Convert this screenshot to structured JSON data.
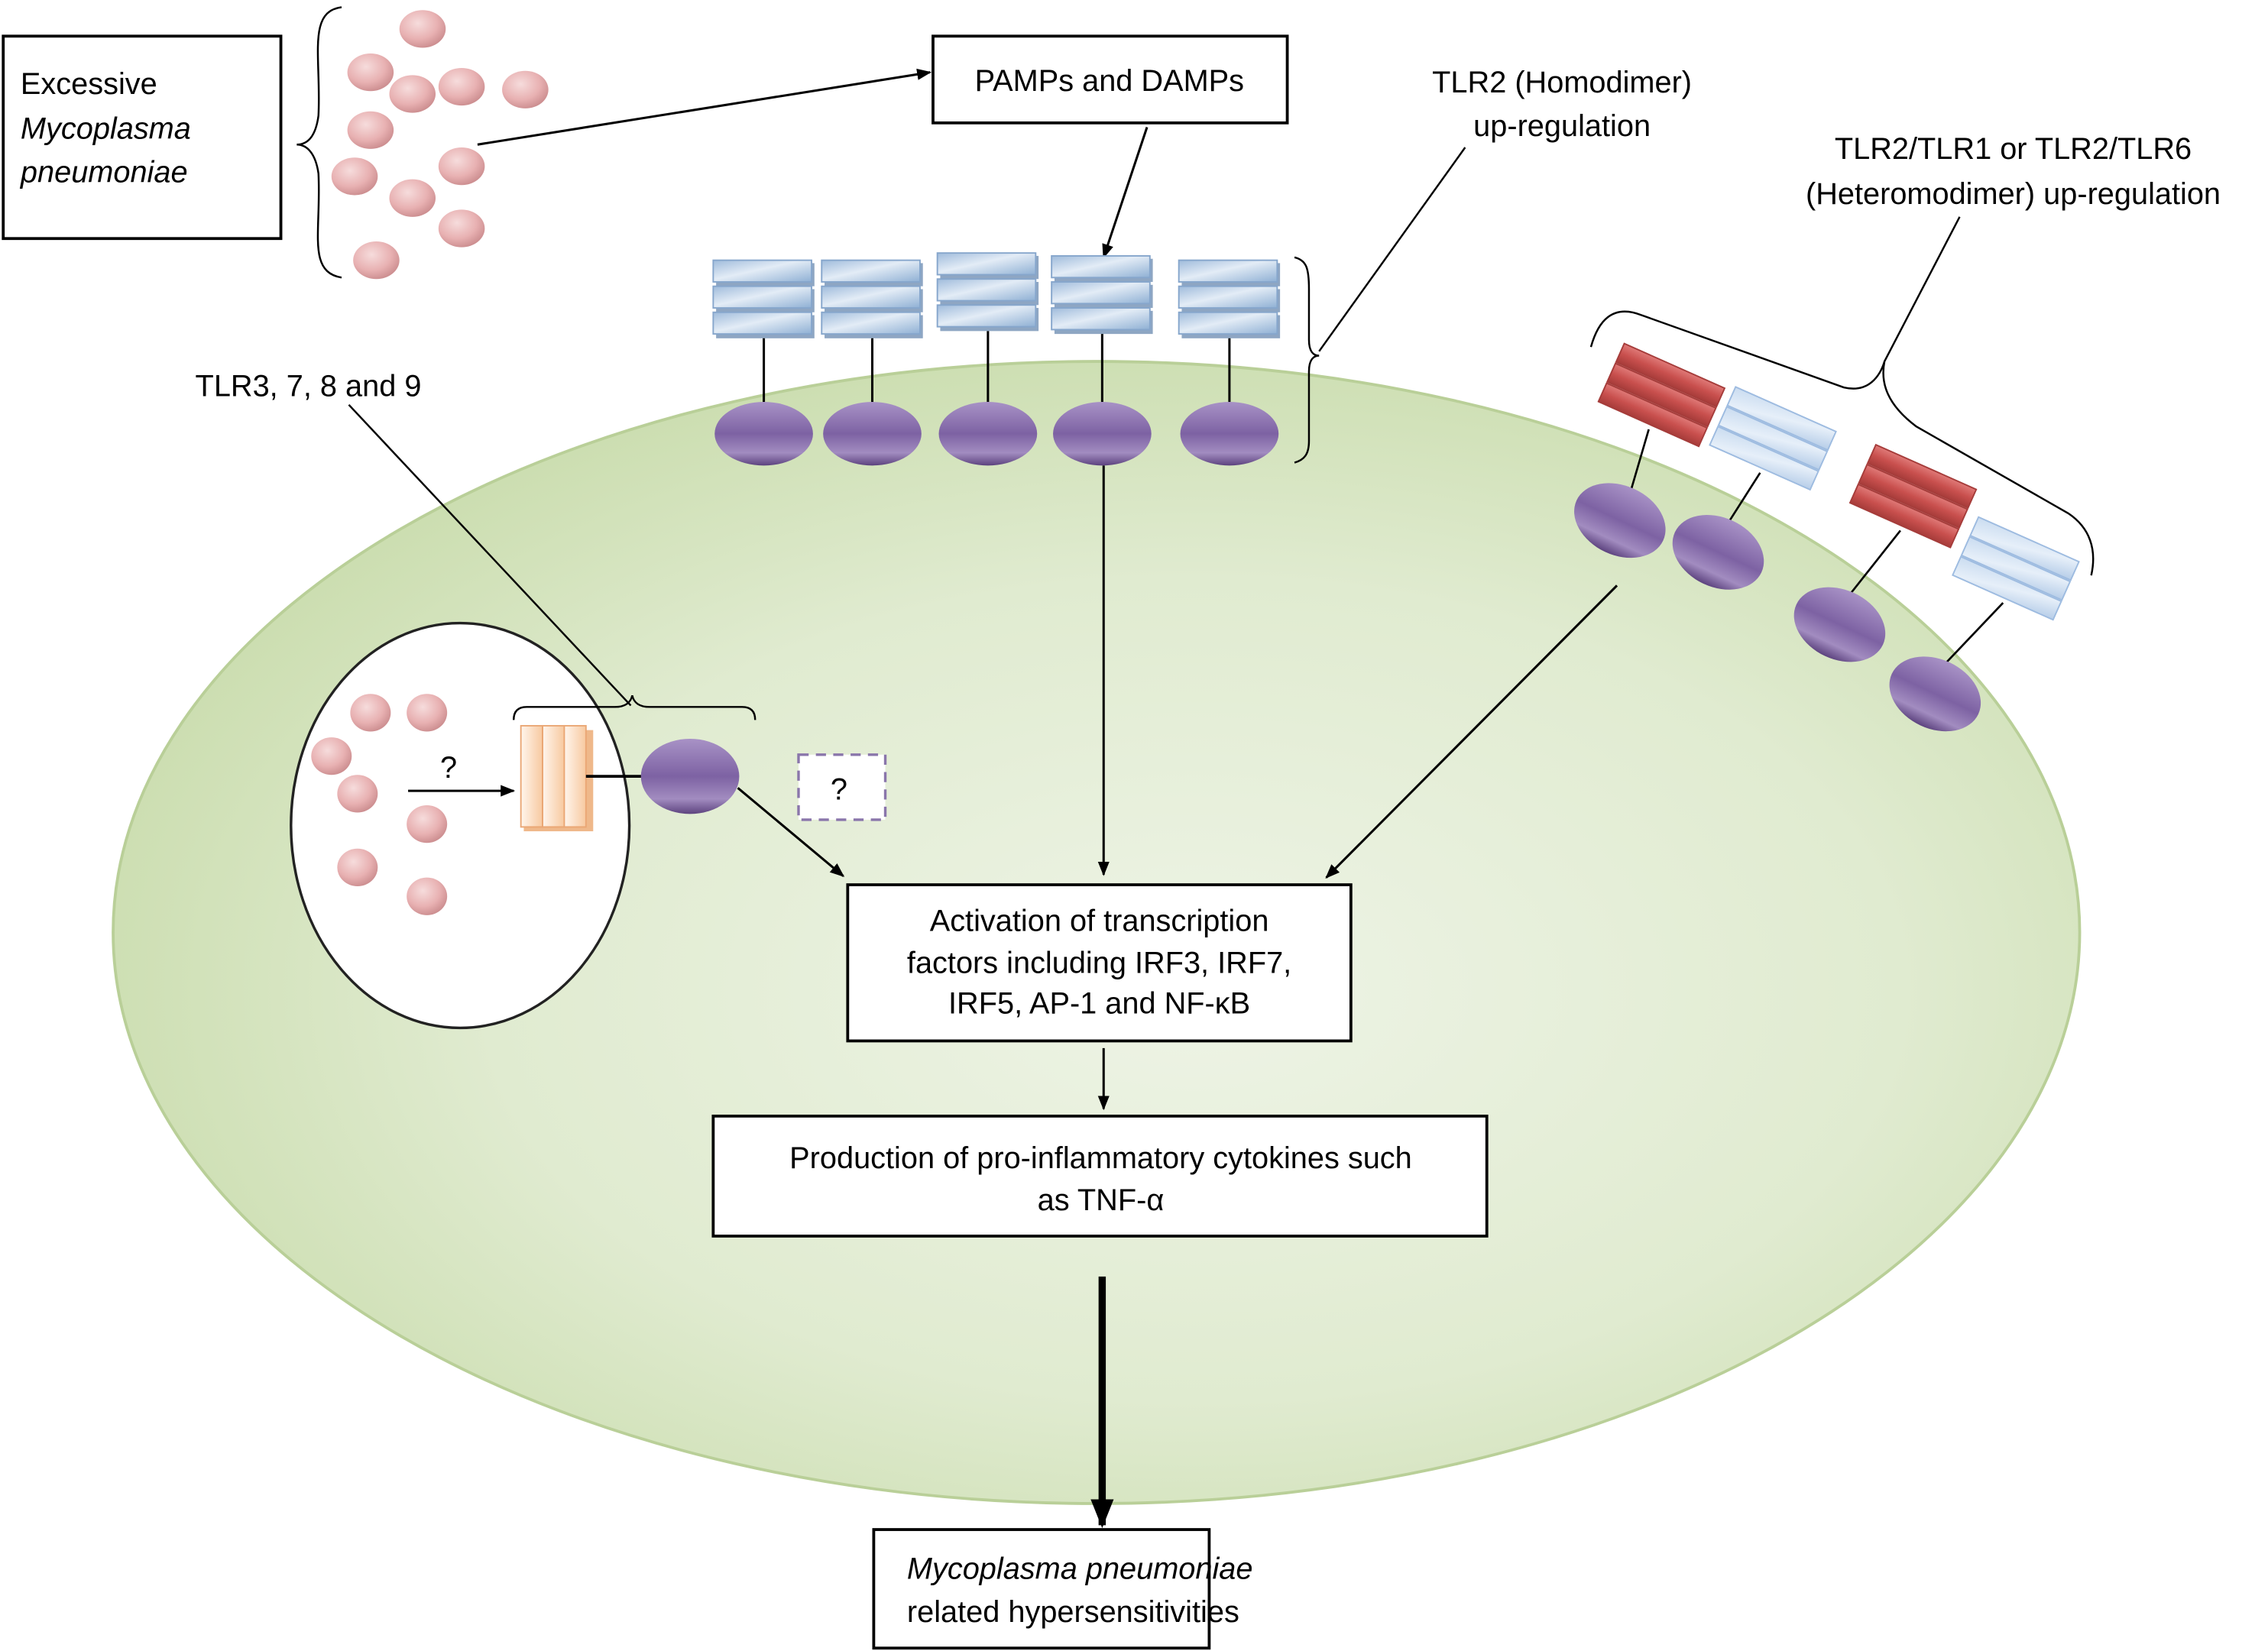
{
  "title": "Mycoplasma pneumoniae TLR signaling pathway",
  "nodes": {
    "source": {
      "line1": "Excessive",
      "line2": "Mycoplasma",
      "line3": "pneumoniae"
    },
    "pamps": {
      "label": "PAMPs and DAMPs"
    },
    "tlr2_homo": {
      "line1": "TLR2 (Homodimer)",
      "line2": "up-regulation"
    },
    "tlr2_hetero": {
      "line1": "TLR2/TLR1 or TLR2/TLR6",
      "line2": "(Heteromodimer) up-regulation"
    },
    "tlr_endosomal": {
      "label": "TLR3, 7, 8 and 9"
    },
    "unknown_ligand": {
      "label": "?"
    },
    "unknown_adaptor": {
      "label": "?"
    },
    "activation": {
      "line1": "Activation of transcription",
      "line2": "factors including IRF3, IRF7,",
      "line3": "IRF5, AP-1 and NF-κB"
    },
    "production": {
      "line1": "Production of pro-inflammatory cytokines such",
      "line2": "as TNF-α"
    },
    "outcome": {
      "line1": "Mycoplasma pneumoniae",
      "line2": "related hypersensitivities"
    }
  },
  "edges": [
    {
      "from": "source",
      "to": "pamps"
    },
    {
      "from": "pamps",
      "to": "tlr2_homo"
    },
    {
      "from": "tlr2_homo",
      "to": "activation"
    },
    {
      "from": "tlr2_hetero",
      "to": "activation"
    },
    {
      "from": "tlr_endosomal",
      "to": "activation"
    },
    {
      "from": "activation",
      "to": "production"
    },
    {
      "from": "production",
      "to": "outcome"
    }
  ],
  "colors": {
    "cell_fill": "#d3e2bb",
    "cell_fill_light": "#eef4e6",
    "bacterium": "#e6a9aa",
    "tlr2": "#aac4e0",
    "tlr1_6": "#c65250",
    "tlr_endo": "#f6c59a",
    "adaptor": "#7e62a4"
  }
}
